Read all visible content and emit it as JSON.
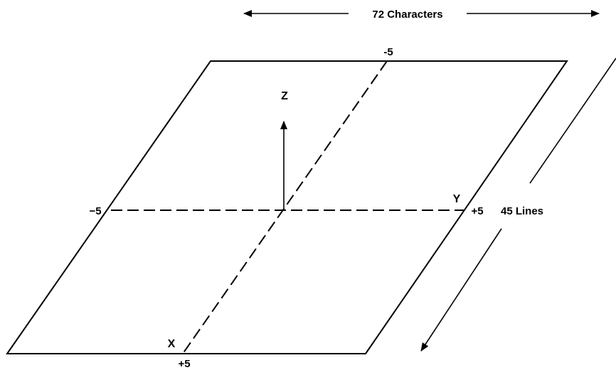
{
  "dimensions": {
    "width_label": "72 Characters",
    "depth_label": "45 Lines"
  },
  "axes": {
    "x": {
      "name": "X",
      "min_label": "-5",
      "max_label": "+5"
    },
    "y": {
      "name": "Y",
      "min_label": "−5",
      "max_label": "+5"
    },
    "z": {
      "name": "Z"
    }
  },
  "colors": {
    "ink": "#000000",
    "background": "#ffffff"
  }
}
